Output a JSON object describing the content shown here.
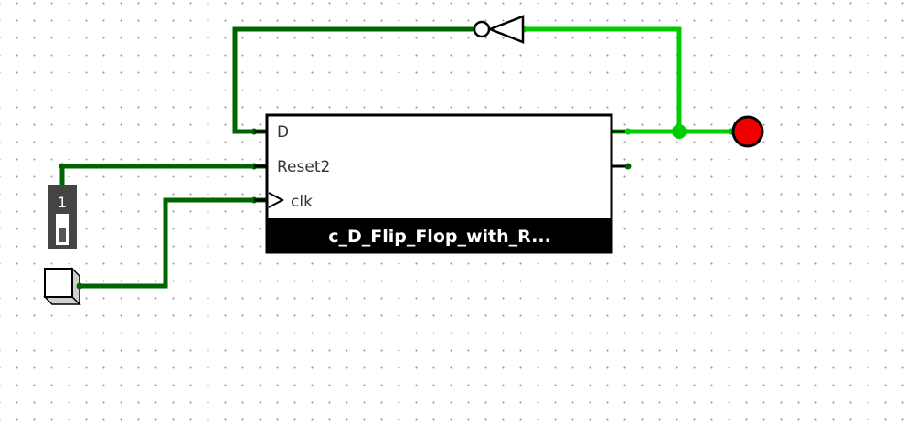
{
  "circuit": {
    "component": {
      "name_label": "c_D_Flip_Flop_with_R...",
      "ports": {
        "d": "D",
        "reset": "Reset2",
        "clk": "clk"
      }
    },
    "input_pin": {
      "value": "1"
    }
  },
  "colors": {
    "wire_low": "#006400",
    "wire_high": "#00cc00",
    "output_led": "#ee0000",
    "component_label_bg": "#000000",
    "pin_body": "#444444"
  }
}
